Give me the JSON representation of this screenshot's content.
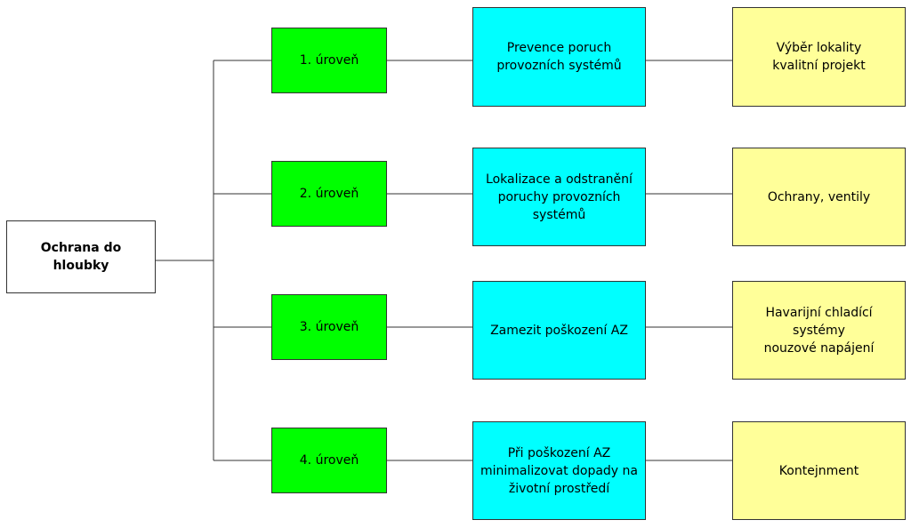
{
  "colors": {
    "root_fill": "#ffffff",
    "level_fill": "#00ff00",
    "goal_fill": "#00ffff",
    "measure_fill": "#ffff99",
    "line": "#333333"
  },
  "root": {
    "label": "Ochrana do hloubky"
  },
  "levels": [
    {
      "label": "1. úroveň",
      "goal": "Prevence poruch\nprovozních systémů",
      "measure": "Výběr lokality\nkvalitní projekt"
    },
    {
      "label": "2. úroveň",
      "goal": "Lokalizace a odstranění\nporuchy provozních systémů",
      "measure": "Ochrany, ventily"
    },
    {
      "label": "3. úroveň",
      "goal": "Zamezit poškození AZ",
      "measure": "Havarijní chladící systémy\nnouzové napájení"
    },
    {
      "label": "4. úroveň",
      "goal": "Při poškození AZ\nminimalizovat dopady na\nživotní prostředí",
      "measure": "Kontejnment"
    }
  ]
}
